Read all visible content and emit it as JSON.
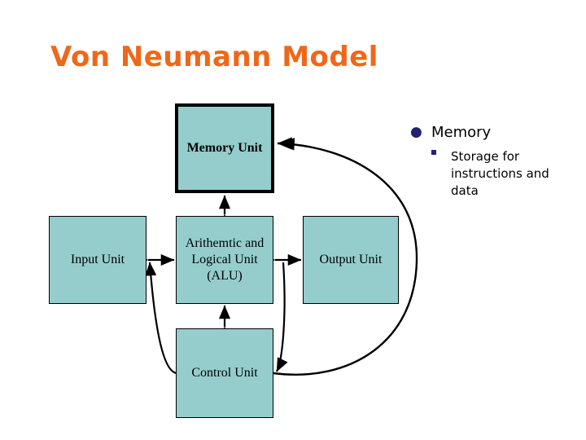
{
  "slide": {
    "title": "Von Neumann Model",
    "title_color": "#F0671A",
    "background_color": "#FFFFFF"
  },
  "diagram": {
    "node_fill_color": "#95CDCD",
    "node_border_color": "#000000",
    "nodes": [
      {
        "id": "memory",
        "label": "Memory Unit",
        "emphasis": "thick-border-bold"
      },
      {
        "id": "input",
        "label": "Input Unit",
        "emphasis": "normal"
      },
      {
        "id": "alu",
        "label": "Arithemtic and Logical Unit (ALU)",
        "emphasis": "normal"
      },
      {
        "id": "output",
        "label": "Output Unit",
        "emphasis": "normal"
      },
      {
        "id": "control",
        "label": "Control Unit",
        "emphasis": "normal"
      }
    ],
    "connectors": [
      {
        "from": "memory",
        "to": "alu",
        "style": "double-arrow-vertical"
      },
      {
        "from": "input",
        "to": "alu",
        "style": "double-arrow-horizontal"
      },
      {
        "from": "alu",
        "to": "output",
        "style": "double-arrow-horizontal"
      },
      {
        "from": "alu",
        "to": "control",
        "style": "double-arrow-vertical"
      },
      {
        "from": "control",
        "to": "input",
        "style": "curved-arrow"
      },
      {
        "from": "output",
        "to": "control",
        "style": "curved-arrow"
      },
      {
        "from": "control",
        "to": "memory",
        "style": "curved-arc-right"
      }
    ]
  },
  "notes": {
    "bullet_color": "#242271",
    "items": [
      {
        "marker": "disc-bullet",
        "text": "Memory",
        "children": [
          {
            "marker": "square-bullet",
            "text": "Storage for instructions and data"
          }
        ]
      }
    ]
  }
}
